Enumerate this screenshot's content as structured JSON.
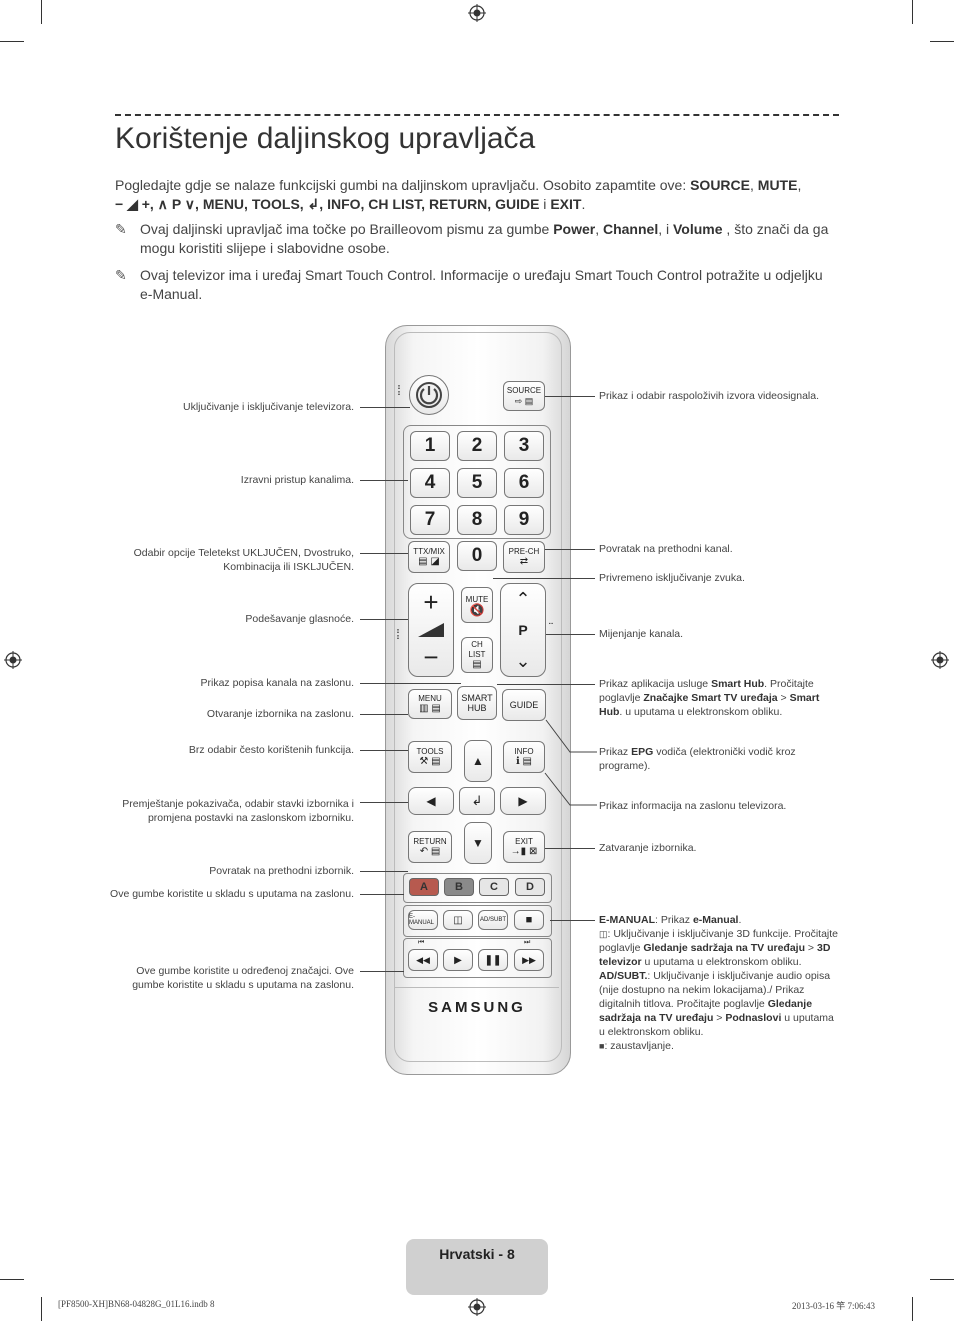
{
  "page": {
    "title": "Korištenje daljinskog upravljača",
    "intro_line1": "Pogledajte gdje se nalaze funkcijski gumbi na daljinskom upravljaču. Osobito zapamtite ove: ",
    "intro_bold1": "SOURCE",
    "intro_sep1": ", ",
    "intro_bold2": "MUTE",
    "intro_sep2": ",",
    "intro_line2_bold": "− ◢ +, ∧ P ∨, MENU, TOOLS, ↲, INFO, CH LIST, RETURN, GUIDE",
    "intro_sep3": " i ",
    "intro_bold3": "EXIT",
    "intro_end": ".",
    "note1_pre": "Ovaj daljinski upravljač ima točke po Brailleovom pismu za gumbe ",
    "note1_bold1": "Power",
    "note1_sep1": ", ",
    "note1_bold2": "Channel",
    "note1_sep2": ", i ",
    "note1_bold3": "Volume",
    "note1_post": " , što znači da ga mogu koristiti slijepe i slabovidne osobe.",
    "note2": "Ovaj televizor ima i uređaj Smart Touch Control. Informacije o uređaju Smart Touch Control potražite u odjeljku e-Manual."
  },
  "left_labels": {
    "power": "Uključivanje i isključivanje televizora.",
    "numbers": "Izravni pristup kanalima.",
    "ttx": "Odabir opcije Teletekst UKLJUČEN, Dvostruko, Kombinacija ili ISKLJUČEN.",
    "volume": "Podešavanje glasnoće.",
    "chlist": "Prikaz popisa kanala na zaslonu.",
    "menu": "Otvaranje izbornika na zaslonu.",
    "tools": "Brz odabir često korištenih funkcija.",
    "nav": "Premještanje pokazivača, odabir stavki izbornika i promjena postavki na zaslonskom izborniku.",
    "return": "Povratak na prethodni izbornik.",
    "color": "Ove gumbe koristite u skladu s uputama na zaslonu.",
    "playback": "Ove gumbe koristite u određenoj značajci. Ove gumbe koristite u skladu s uputama na zaslonu."
  },
  "right_labels": {
    "source": "Prikaz i odabir raspoloživih izvora videosignala.",
    "prech": "Povratak na prethodni kanal.",
    "mute": "Privremeno isključivanje zvuka.",
    "channel": "Mijenjanje kanala.",
    "smarthub_pre": "Prikaz aplikacija usluge ",
    "smarthub_b1": "Smart Hub",
    "smarthub_mid": ". Pročitajte poglavlje ",
    "smarthub_b2": "Značajke Smart TV uređaja",
    "smarthub_gt": " > ",
    "smarthub_b3": "Smart Hub",
    "smarthub_post": ". u uputama u elektronskom obliku.",
    "guide_pre": "Prikaz ",
    "guide_b": "EPG",
    "guide_post": " vodiča (elektronički vodič kroz programe).",
    "info": "Prikaz informacija na zaslonu televizora.",
    "exit": "Zatvaranje izbornika.",
    "em_b1": "E-MANUAL",
    "em_mid": ": Prikaz ",
    "em_b2": "e-Manual",
    "em_end": ".",
    "td_text": ": Uključivanje i isključivanje 3D funkcije. Pročitajte poglavlje ",
    "td_b1": "Gledanje sadržaja na TV uređaju",
    "td_gt": " > ",
    "td_b2": "3D televizor",
    "td_post": " u uputama u elektronskom obliku.",
    "ad_b": "AD/SUBT.",
    "ad_text": ": Uključivanje i isključivanje audio opisa (nije dostupno na nekim lokacijama)./ Prikaz digitalnih titlova. Pročitajte poglavlje ",
    "ad_b1": "Gledanje sadržaja na TV uređaju",
    "ad_gt": " > ",
    "ad_b2": "Podnaslovi",
    "ad_post": " u uputama u elektronskom obliku.",
    "stop": ": zaustavljanje."
  },
  "remote": {
    "source": "SOURCE",
    "numbers": [
      "1",
      "2",
      "3",
      "4",
      "5",
      "6",
      "7",
      "8",
      "9"
    ],
    "zero": "0",
    "ttx": "TTX/MIX",
    "prech": "PRE-CH",
    "mute": "MUTE",
    "chlist": "CH LIST",
    "p": "P",
    "menu": "MENU",
    "smarthub1": "SMART",
    "smarthub2": "HUB",
    "guide": "GUIDE",
    "tools": "TOOLS",
    "info": "INFO",
    "return": "RETURN",
    "exit": "EXIT",
    "colors": [
      {
        "label": "A",
        "color": "#b75a4f"
      },
      {
        "label": "B",
        "color": "#8a8a8a"
      },
      {
        "label": "C",
        "color": "#e6e6e6"
      },
      {
        "label": "D",
        "color": "#e6e6e6"
      }
    ],
    "emanual": "E-MANUAL",
    "adsubt": "AD/SUBT",
    "brand": "SAMSUNG"
  },
  "footer": {
    "tab": "Hrvatski - 8",
    "file": "[PF8500-XH]BN68-04828G_01L16.indb   8",
    "date": "2013-03-16   竿 7:06:43"
  }
}
